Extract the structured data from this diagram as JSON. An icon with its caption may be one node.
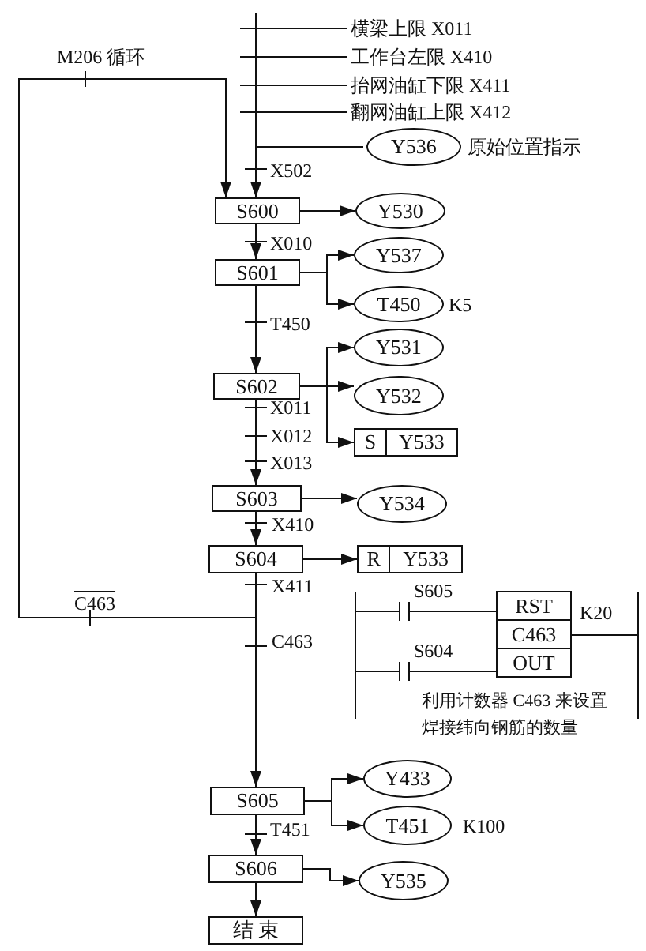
{
  "diagram": {
    "nodes": [
      {
        "text": [
          "S600"
        ]
      },
      {
        "text": [
          "S601"
        ]
      },
      {
        "text": [
          "S602"
        ]
      },
      {
        "text": [
          "S603"
        ]
      },
      {
        "text": [
          "S604"
        ]
      },
      {
        "text": [
          "S605"
        ]
      },
      {
        "text": [
          "S606"
        ]
      },
      {
        "text": [
          "结 束"
        ]
      },
      {
        "text": [
          "Y536"
        ],
        "beside": [
          "原始位置指示"
        ]
      },
      {
        "text": [
          "Y530"
        ]
      },
      {
        "text": [
          "Y537"
        ]
      },
      {
        "text": [
          "T450"
        ],
        "beside": [
          "K5"
        ]
      },
      {
        "text": [
          "Y531"
        ]
      },
      {
        "text": [
          "Y532"
        ]
      },
      {
        "text": [
          "S",
          "Y533"
        ]
      },
      {
        "text": [
          "Y534"
        ]
      },
      {
        "text": [
          "R",
          "Y533"
        ]
      },
      {
        "text": [
          "Y433"
        ]
      },
      {
        "text": [
          "T451"
        ],
        "beside": [
          "K100"
        ]
      },
      {
        "text": [
          "Y535"
        ]
      },
      {
        "text": [
          "RST",
          "C463",
          "OUT"
        ],
        "beside": [
          "K20"
        ]
      },
      {
        "text": [
          "横梁上限 X011"
        ]
      },
      {
        "text": [
          "工作台左限 X410"
        ]
      },
      {
        "text": [
          "抬网油缸下限 X411"
        ]
      },
      {
        "text": [
          "翻网油缸上限 X412"
        ]
      }
    ],
    "edges": [
      {
        "from": null,
        "to": 0,
        "arrow": "to"
      },
      {
        "from": null,
        "to": 21,
        "arrow": "none"
      },
      {
        "from": null,
        "to": 22,
        "arrow": "none"
      },
      {
        "from": null,
        "to": 23,
        "arrow": "none"
      },
      {
        "from": null,
        "to": 24,
        "arrow": "none"
      },
      {
        "from": null,
        "to": 8,
        "arrow": "none"
      },
      {
        "from": 0,
        "to": 1,
        "arrow": "to"
      },
      {
        "from": 1,
        "to": 2,
        "arrow": "to"
      },
      {
        "from": 2,
        "to": 3,
        "arrow": "to"
      },
      {
        "from": 3,
        "to": 4,
        "arrow": "to"
      },
      {
        "from": 4,
        "to": 5,
        "arrow": "to"
      },
      {
        "from": 5,
        "to": 6,
        "arrow": "to"
      },
      {
        "from": 6,
        "to": 7,
        "arrow": "to"
      },
      {
        "from": 4,
        "to": 0,
        "arrow": "to"
      },
      {
        "from": 0,
        "to": 9,
        "arrow": "to"
      },
      {
        "from": 1,
        "to": 10,
        "arrow": "to"
      },
      {
        "from": 1,
        "to": 11,
        "arrow": "to"
      },
      {
        "from": 2,
        "to": 12,
        "arrow": "to"
      },
      {
        "from": 2,
        "to": 13,
        "arrow": "to"
      },
      {
        "from": 2,
        "to": 14,
        "arrow": "to"
      },
      {
        "from": 3,
        "to": 15,
        "arrow": "to"
      },
      {
        "from": 4,
        "to": 16,
        "arrow": "to"
      },
      {
        "from": 5,
        "to": 17,
        "arrow": "to"
      },
      {
        "from": 5,
        "to": 18,
        "arrow": "to"
      },
      {
        "from": 6,
        "to": 19,
        "arrow": "to"
      }
    ],
    "labels": [
      "X502",
      "X010",
      "T450",
      "X011",
      "X012",
      "X013",
      "X410",
      "X411",
      "M206 循环",
      "C463",
      "C463",
      "T451",
      "S605",
      "S604",
      "利用计数器 C463 来设置焊接纬向钢筋的数量"
    ]
  }
}
